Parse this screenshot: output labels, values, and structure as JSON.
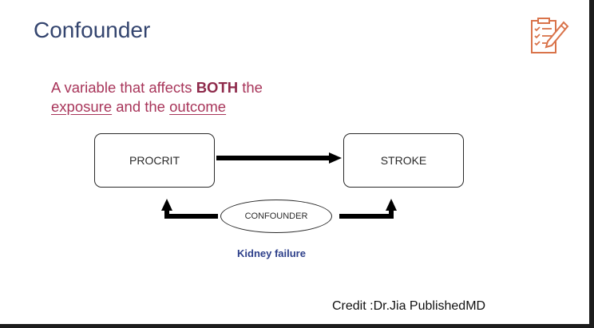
{
  "slide": {
    "title": "Confounder",
    "definition": {
      "part1": "A variable that affects ",
      "emphasis": "BOTH",
      "part2": " the",
      "exposure": "exposure",
      "middle": " and the ",
      "outcome": "outcome"
    },
    "exposure_box": "PROCRIT",
    "outcome_box": "STROKE",
    "confounder_label": "CONFOUNDER",
    "confounder_example": "Kidney failure",
    "credit": "Credit :Dr.Jia PublishedMD",
    "icon": "notepad-pen-icon",
    "colors": {
      "title": "#34456f",
      "definition": "#a8355a",
      "example": "#2d3f8a",
      "icon": "#d9734a"
    }
  }
}
